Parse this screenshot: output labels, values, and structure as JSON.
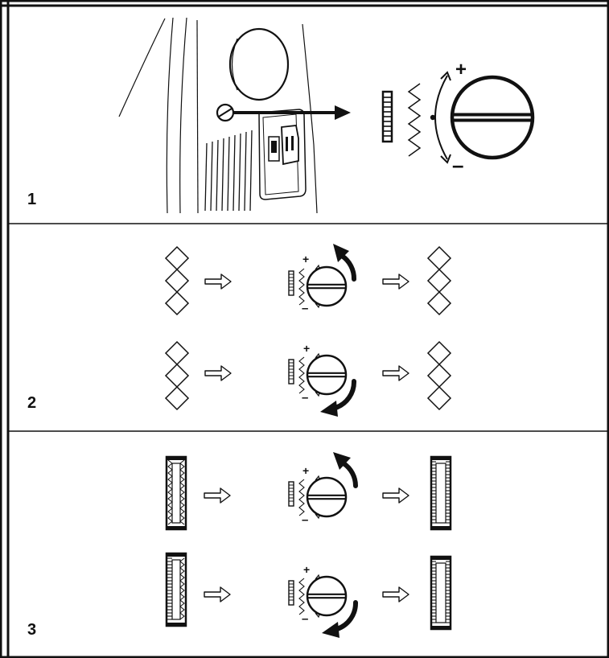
{
  "figure": {
    "panels": [
      {
        "number": "1",
        "content": "machine-side-tension-screw-detail",
        "sign_plus": "+",
        "sign_minus": "–"
      },
      {
        "number": "2",
        "content": "zigzag-stitch-balance-adjustment",
        "sign_plus": "+",
        "sign_minus": "–",
        "rows": [
          {
            "screw_rotation": "counterclockwise"
          },
          {
            "screw_rotation": "clockwise"
          }
        ]
      },
      {
        "number": "3",
        "content": "buttonhole-stitch-balance-adjustment",
        "sign_plus": "+",
        "sign_minus": "–",
        "rows": [
          {
            "screw_rotation": "counterclockwise"
          },
          {
            "screw_rotation": "clockwise"
          }
        ]
      }
    ],
    "colors": {
      "ink": "#111111",
      "background": "#ffffff"
    }
  }
}
